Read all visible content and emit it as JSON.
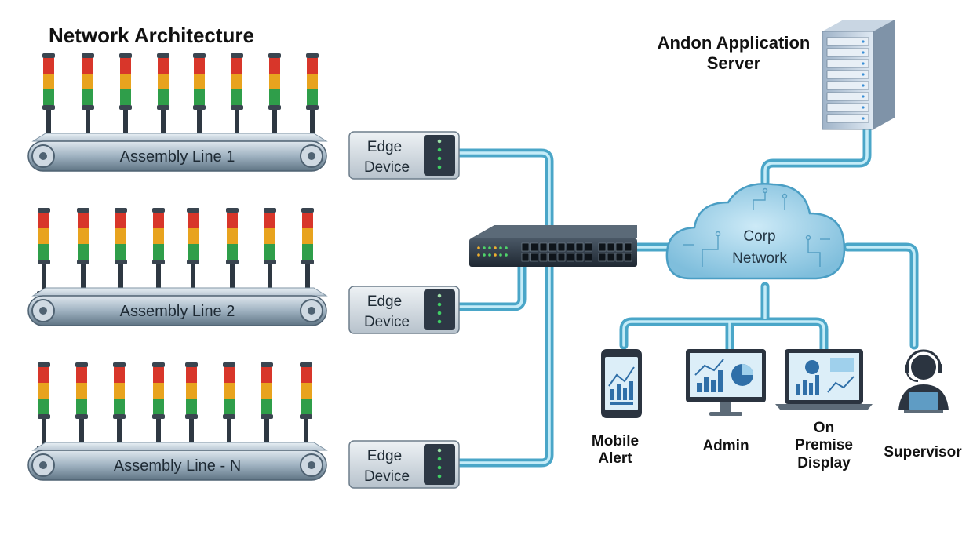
{
  "title": "Network Architecture",
  "assembly_lines": [
    "Assembly Line 1",
    "Assembly Line 2",
    "Assembly Line  - N"
  ],
  "edge_device": {
    "line1": "Edge",
    "line2": "Device"
  },
  "cloud": {
    "line1": "Corp",
    "line2": "Network"
  },
  "server_label": "Andon Application\nServer",
  "clients": {
    "mobile": "Mobile\nAlert",
    "admin": "Admin",
    "display": "On\nPremise\nDisplay",
    "supervisor": "Supervisor"
  },
  "colors": {
    "cable": "#5fb8d8",
    "cable_light": "#b8e6f5",
    "stack_red": "#d8362a",
    "stack_amber": "#e8a31e",
    "stack_green": "#2f9e4a",
    "conveyor": "#aab8c4",
    "edge_box": "#d2d8de"
  },
  "icons": [
    "andon-light-icon",
    "conveyor-icon",
    "edge-device-icon",
    "network-switch-icon",
    "cloud-icon",
    "server-icon",
    "phone-icon",
    "monitor-icon",
    "laptop-icon",
    "headset-user-icon"
  ]
}
